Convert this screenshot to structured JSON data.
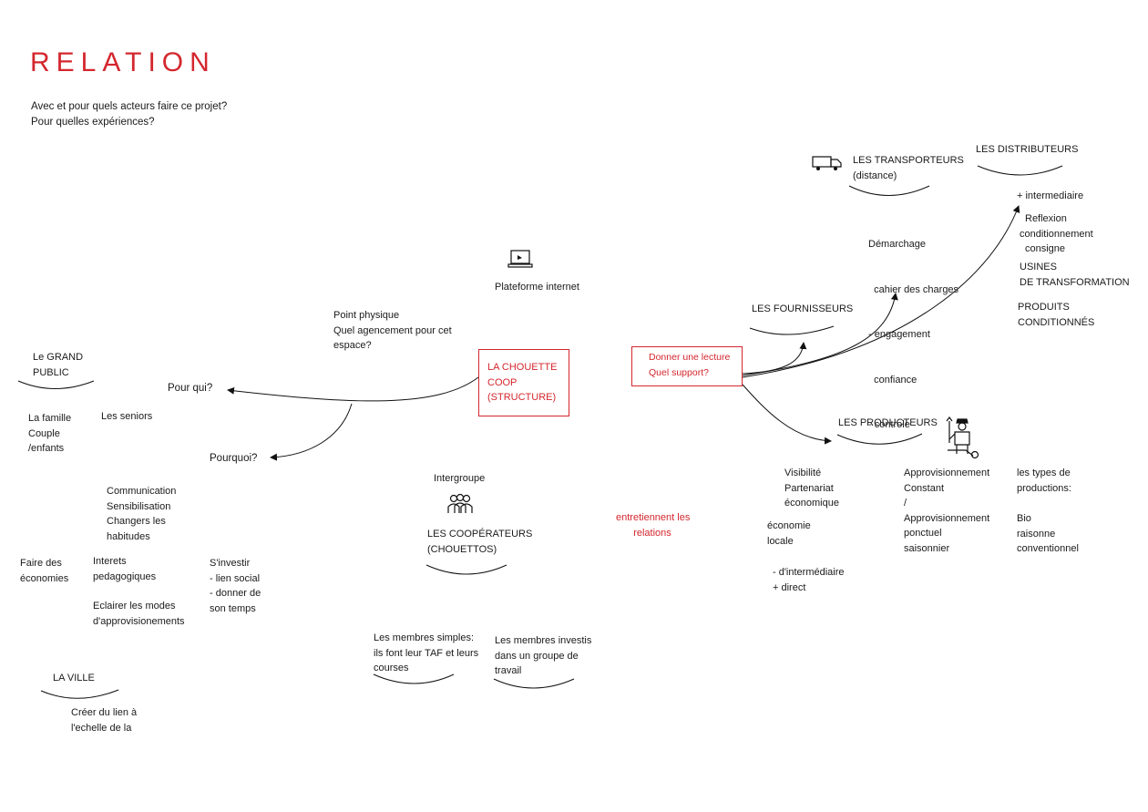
{
  "title": "RELATION",
  "subtitle": [
    "Avec et pour quels acteurs faire ce projet?",
    "Pour quelles expériences?"
  ],
  "center_box": [
    "LA CHOUETTE",
    "COOP",
    "(STRUCTURE)"
  ],
  "relay_box": [
    "Donner une lecture",
    "Quel support?"
  ],
  "plateforme_label": "Plateforme internet",
  "point_physique": [
    "Point physique",
    "Quel agencement pour cet",
    "espace?"
  ],
  "grand_public": {
    "title": [
      "Le GRAND",
      "PUBLIC"
    ],
    "famille": [
      "La famille",
      "Couple",
      "/enfants"
    ],
    "seniors": "Les seniors"
  },
  "pour_qui": "Pour qui?",
  "pourquoi": "Pourquoi?",
  "communication": [
    "Communication",
    "Sensibilisation",
    "Changers les",
    "habitudes"
  ],
  "faire_economies": [
    "Faire des",
    "économies"
  ],
  "interets": [
    "Interets",
    "pedagogiques"
  ],
  "investir": [
    "S'investir",
    "- lien social",
    "- donner de",
    "son temps"
  ],
  "eclairer": [
    "Eclairer les modes",
    "d'approvisionements"
  ],
  "la_ville": {
    "title": "LA VILLE",
    "desc": [
      "Créer du lien à",
      "l'echelle de la"
    ]
  },
  "intergroupe": "Intergroupe",
  "cooperateurs": [
    "LES COOPÉRATEURS",
    "(CHOUETTOS)"
  ],
  "membres_simples": [
    "Les membres simples:",
    "ils font leur TAF et leurs",
    "courses"
  ],
  "membres_investis": [
    "Les membres investis",
    "dans un groupe de",
    "travail"
  ],
  "entretiennent": [
    "entretiennent les",
    "relations"
  ],
  "transporteurs": {
    "title": [
      "LES TRANSPORTEURS",
      "(distance)"
    ],
    "items": [
      "Démarchage",
      "  cahier des charges",
      "- engagement",
      "  confiance",
      "- controle"
    ]
  },
  "distributeurs": {
    "title": "LES DISTRIBUTEURS",
    "intermediaire": "+ intermediaire",
    "items": [
      "Reflexion",
      "conditionnement",
      "consigne"
    ],
    "usines": [
      "USINES",
      "DE TRANSFORMATION"
    ],
    "produits": [
      "PRODUITS",
      "CONDITIONNÉS"
    ]
  },
  "fournisseurs": "LES FOURNISSEURS",
  "producteurs": {
    "title": "LES PRODUCTEURS",
    "visibilite": [
      "Visibilité",
      "Partenariat",
      "économique"
    ],
    "economie": [
      "économie",
      "locale"
    ],
    "intermediaire": [
      "- d'intermédiaire",
      "+ direct"
    ],
    "approvisionnement": [
      "Approvisionnement",
      "Constant",
      "/",
      "Approvisionnement",
      "ponctuel",
      "saisonnier"
    ],
    "types": [
      "les types de",
      "productions:"
    ],
    "types_list": [
      "Bio",
      "raisonne",
      "conventionnel"
    ]
  },
  "colors": {
    "accent": "#d4272e",
    "text": "#1a1a1a",
    "line": "#111111"
  },
  "icons": [
    "laptop-icon",
    "truck-icon",
    "group-icon",
    "farmer-icon",
    "arrow-icon"
  ]
}
